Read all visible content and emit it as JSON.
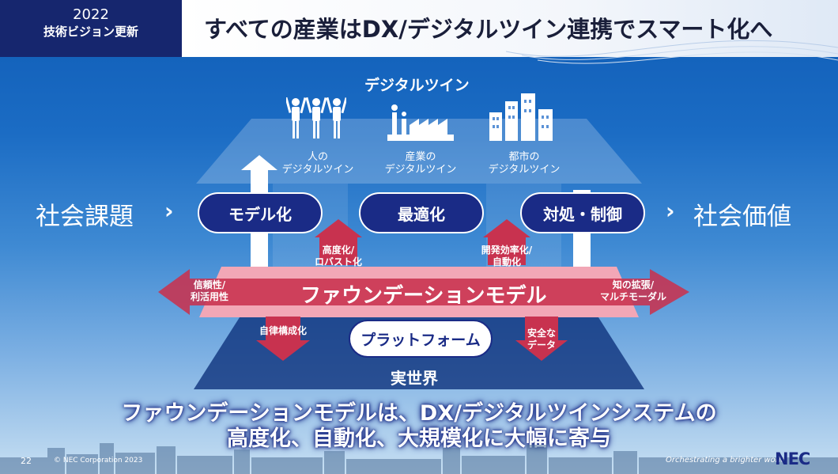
{
  "header": {
    "badge_year": "2022",
    "badge_subtitle": "技術ビジョン更新",
    "title": "すべての産業はDX/デジタルツイン連携でスマート化へ"
  },
  "diagram": {
    "top_label": "デジタルツイン",
    "twins": [
      {
        "icon": "people-icon",
        "label_1": "人の",
        "label_2": "デジタルツイン"
      },
      {
        "icon": "factory-icon",
        "label_1": "産業の",
        "label_2": "デジタルツイン"
      },
      {
        "icon": "city-buildings-icon",
        "label_1": "都市の",
        "label_2": "デジタルツイン"
      }
    ],
    "left_label": "社会課題",
    "right_label": "社会価値",
    "chevron": "›",
    "processes": [
      "モデル化",
      "最適化",
      "対処・制御"
    ],
    "up_arrow_left": {
      "line1": "高度化/",
      "line2": "ロバスト化"
    },
    "up_arrow_right": {
      "line1": "開発効率化/",
      "line2": "自動化"
    },
    "foundation_model": "ファウンデーションモデル",
    "side_left": {
      "line1": "信頼性/",
      "line2": "利活用性"
    },
    "side_right": {
      "line1": "知の拡張/",
      "line2": "マルチモーダル"
    },
    "down_arrow_left": "自律構成化",
    "down_arrow_right": {
      "line1": "安全な",
      "line2": "データ"
    },
    "platform": "プラットフォーム",
    "bottom_label": "実世界"
  },
  "message": {
    "line1": "ファウンデーションモデルは、DX/デジタルツインシステムの",
    "line2": "高度化、自動化、大規模化に大幅に寄与"
  },
  "footer": {
    "page": "22",
    "copyright": "© NEC Corporation 2023",
    "slogan": "Orchestrating a brighter world",
    "logo": "NEC"
  },
  "colors": {
    "navy": "#16266e",
    "pill": "#1a2b86",
    "arrow_red": "#c8324f",
    "band_pink": "#f2a7b6"
  }
}
